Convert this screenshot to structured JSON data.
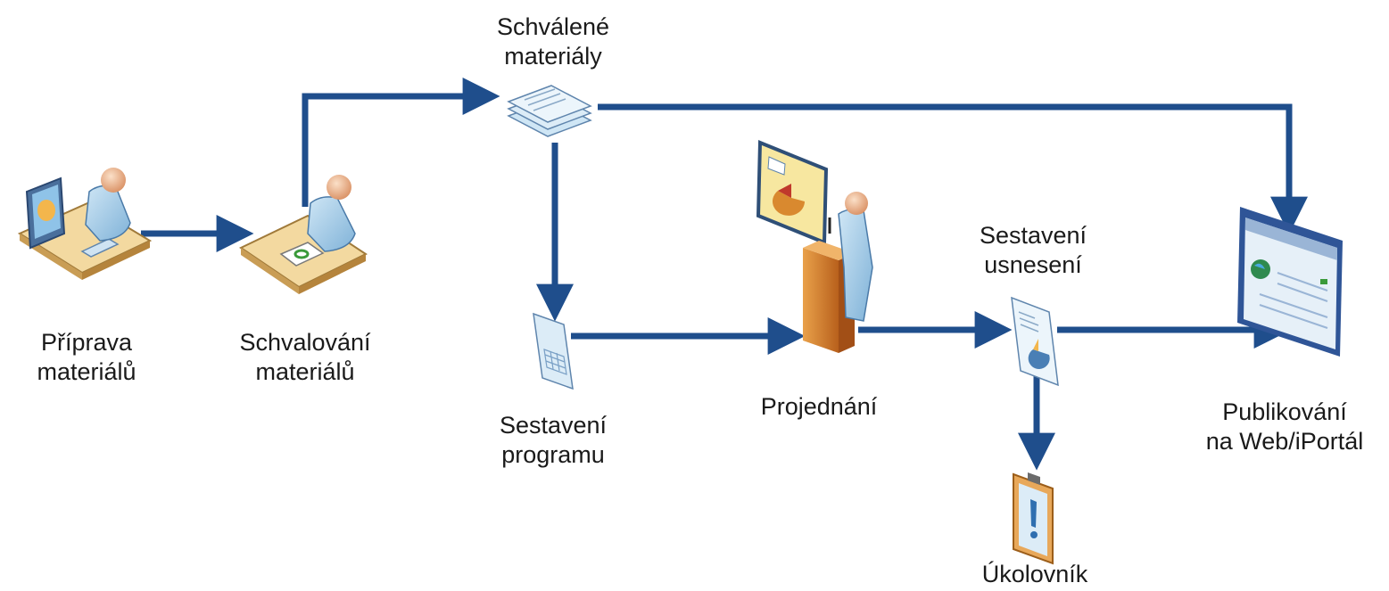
{
  "nodes": {
    "priprava": {
      "line1": "Příprava",
      "line2": "materiálů"
    },
    "schvalovani": {
      "line1": "Schvalování",
      "line2": "materiálů"
    },
    "schvalene": {
      "line1": "Schválené",
      "line2": "materiály"
    },
    "program": {
      "line1": "Sestavení",
      "line2": "programu"
    },
    "projednani": {
      "line1": "Projednání"
    },
    "usneseni": {
      "line1": "Sestavení",
      "line2": "usnesení"
    },
    "publikovani": {
      "line1": "Publikování",
      "line2": "na Web/iPortál"
    },
    "ukolovnik": {
      "line1": "Úkolovník"
    }
  },
  "colors": {
    "arrow": "#1f4e8c",
    "person_skin": "#f2c29a",
    "person_shirt": "#a8cde8",
    "desk": "#f3d9a0",
    "podium": "#d9892f",
    "screen_frame": "#2f5597",
    "doc": "#dcecf7"
  },
  "icons": [
    "person-computer-icon",
    "person-approve-icon",
    "documents-stack-icon",
    "calendar-doc-icon",
    "presenter-podium-icon",
    "resolution-doc-icon",
    "web-page-icon",
    "clipboard-task-icon"
  ]
}
